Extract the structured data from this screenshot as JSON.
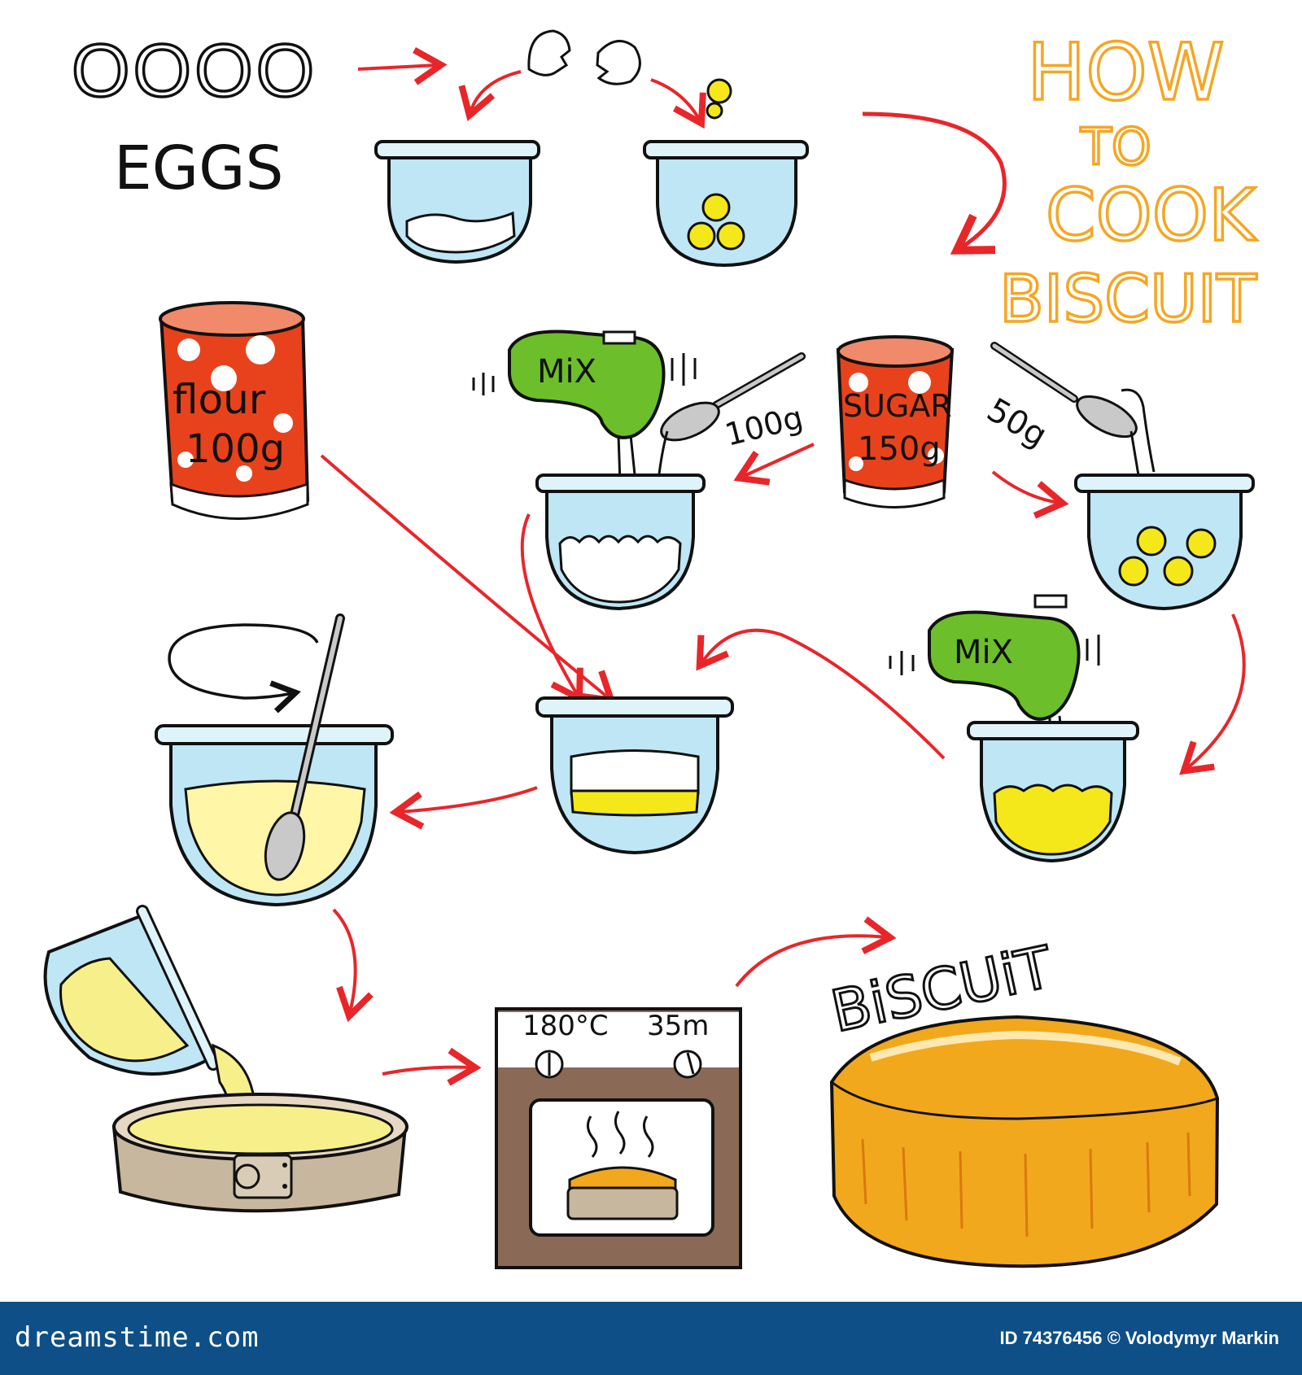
{
  "title": [
    "HOW",
    "TO",
    "COOK",
    "BISCUIT"
  ],
  "ingredients": {
    "eggs_glyphs": "OOOO",
    "eggs_label": "EGGS",
    "flour_name": "flour",
    "flour_amount": "100g",
    "sugar_name": "SUGAR",
    "sugar_amount": "150g",
    "sugar_portion_1": "100g",
    "sugar_portion_2": "50g"
  },
  "mixer_label": "MiX",
  "oven": {
    "temperature": "180°C",
    "time": "35m"
  },
  "result_label": "BiSCUiT",
  "footer": {
    "brand": "dreamstime.com",
    "credit": "ID 74376456 © Volodymyr Markin"
  },
  "colors": {
    "arrow": "#e8262a",
    "title": "#f5a623",
    "bowl": "#bfe6f5",
    "bowl_outline": "#111111",
    "yolk": "#f4e81a",
    "can": "#e8421c",
    "mixer": "#6cbf2a",
    "oven": "#8a6a57",
    "cake": "#f2a81d",
    "tin": "#c8b79f",
    "footer": "#0d4f86"
  }
}
